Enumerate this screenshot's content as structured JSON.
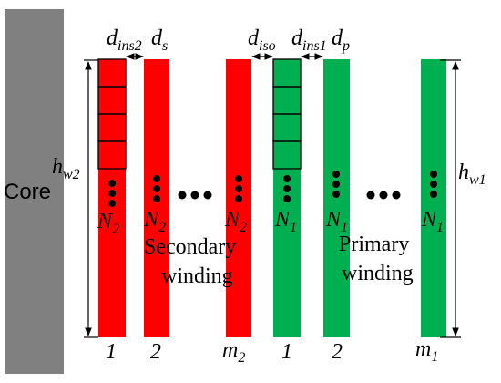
{
  "colors": {
    "core": "#808080",
    "secondary": "#ff0000",
    "primary": "#00b050",
    "ink": "#000000"
  },
  "core": {
    "label": "Core"
  },
  "dimensions": {
    "d_ins2": {
      "base": "d",
      "sub": "ins2"
    },
    "d_s": {
      "base": "d",
      "sub": "s"
    },
    "d_iso": {
      "base": "d",
      "sub": "iso"
    },
    "d_ins1": {
      "base": "d",
      "sub": "ins1"
    },
    "d_p": {
      "base": "d",
      "sub": "p"
    },
    "h_w2": {
      "base": "h",
      "sub": "w2"
    },
    "h_w1": {
      "base": "h",
      "sub": "w1"
    }
  },
  "secondary": {
    "title_line1": "Secondary",
    "title_line2": "winding",
    "turns": {
      "base": "N",
      "sub": "2"
    },
    "layers": [
      {
        "index": {
          "base": "1",
          "sub": ""
        }
      },
      {
        "index": {
          "base": "2",
          "sub": ""
        }
      },
      {
        "index": {
          "base": "m",
          "sub": "2"
        }
      }
    ]
  },
  "primary": {
    "title_line1": "Primary",
    "title_line2": "winding",
    "turns": {
      "base": "N",
      "sub": "1"
    },
    "layers": [
      {
        "index": {
          "base": "1",
          "sub": ""
        }
      },
      {
        "index": {
          "base": "2",
          "sub": ""
        }
      },
      {
        "index": {
          "base": "m",
          "sub": "1"
        }
      }
    ]
  }
}
